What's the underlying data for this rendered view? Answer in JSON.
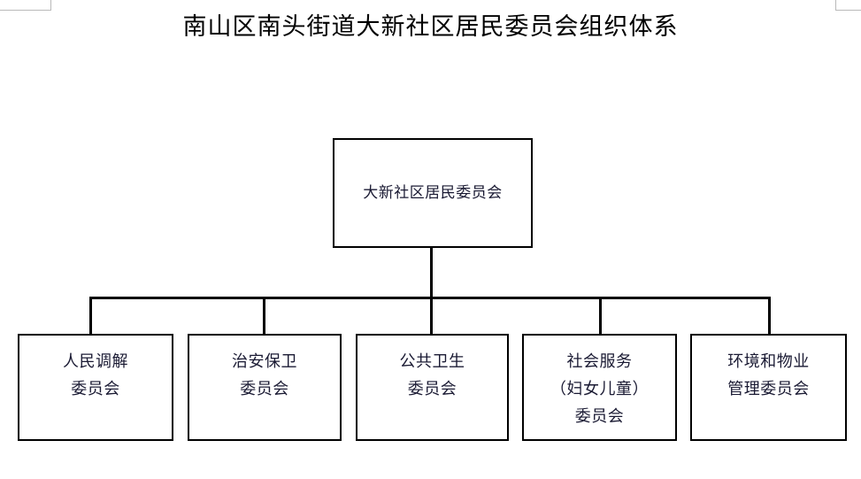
{
  "page": {
    "title": "南山区南头街道大新社区居民委员会组织体系",
    "background_color": "#ffffff",
    "line_color": "#000000",
    "text_color": "#1a1a33",
    "margin_mark_color": "#b9b9b9"
  },
  "chart_data": {
    "type": "diagram",
    "diagram_kind": "organization-chart",
    "title": "南山区南头街道大新社区居民委员会组织体系",
    "orientation": "top-down",
    "root": {
      "id": "root",
      "label": "大新社区居民委员会",
      "lines": [
        "大新社区居民委员会"
      ]
    },
    "children": [
      {
        "id": "child-0",
        "label": "人民调解委员会",
        "lines": [
          "人民调解",
          "委员会"
        ],
        "text": "人民调解\n委员会"
      },
      {
        "id": "child-1",
        "label": "治安保卫委员会",
        "lines": [
          "治安保卫",
          "委员会"
        ],
        "text": "治安保卫\n委员会"
      },
      {
        "id": "child-2",
        "label": "公共卫生委员会",
        "lines": [
          "公共卫生",
          "委员会"
        ],
        "text": "公共卫生\n委员会"
      },
      {
        "id": "child-3",
        "label": "社会服务（妇女儿童）委员会",
        "lines": [
          "社会服务",
          "（妇女儿童）",
          "委员会"
        ],
        "text": "社会服务\n（妇女儿童）\n委员会"
      },
      {
        "id": "child-4",
        "label": "环境和物业管理委员会",
        "lines": [
          "环境和物业",
          "管理委员会"
        ],
        "text": "环境和物业\n管理委员会"
      }
    ],
    "edges": [
      {
        "from": "root",
        "to": "child-0"
      },
      {
        "from": "root",
        "to": "child-1"
      },
      {
        "from": "root",
        "to": "child-2"
      },
      {
        "from": "root",
        "to": "child-3"
      },
      {
        "from": "root",
        "to": "child-4"
      }
    ],
    "node_count": 6,
    "levels": 2
  }
}
